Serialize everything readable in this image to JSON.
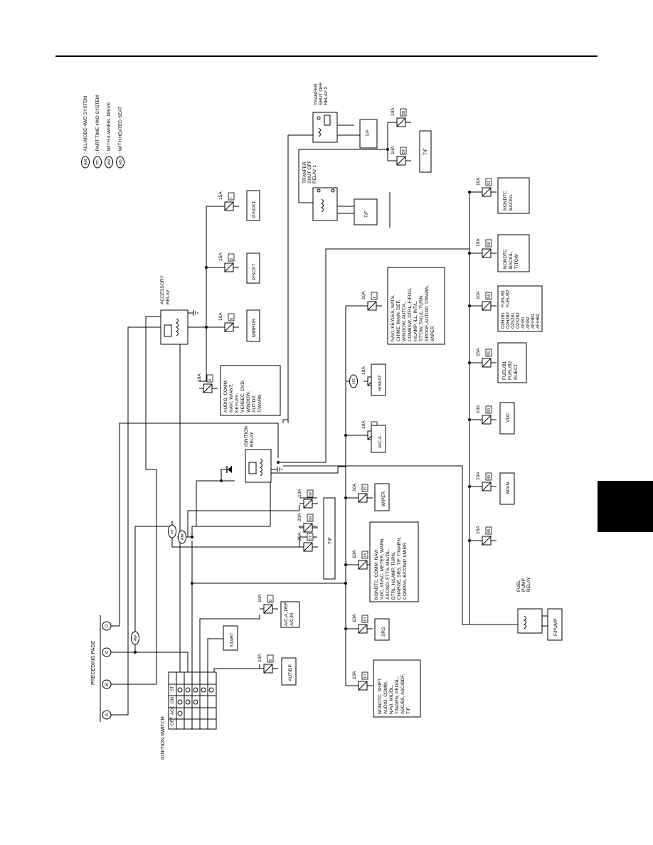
{
  "legend": [
    {
      "code": "AM",
      "text": ": ALL-MODE 4WD SYSTEM"
    },
    {
      "code": "PT",
      "text": ": PART TIME 4WD SYSTEM"
    },
    {
      "code": "4W",
      "text": ": WITH 4-WHEEL DRIVE"
    },
    {
      "code": "HS",
      "text": ": WITH HEATED SEAT"
    }
  ],
  "preceding_page": "PRECEDING PAGE",
  "connectors": [
    "A",
    "B",
    "C",
    "D"
  ],
  "ignition_switch": {
    "title": "IGNITION SWITCH",
    "positions": [
      "OFF",
      "ACC",
      "ON",
      "ST"
    ]
  },
  "relays": {
    "accessory": [
      "ACCESSORY",
      "RELAY"
    ],
    "ignition": [
      "IGNITION",
      "RELAY"
    ],
    "fuel_pump": [
      "FUEL",
      "PUMP",
      "RELAY"
    ],
    "transfer1": [
      "TRANFER",
      "SHUT OFF",
      "RELAY 1"
    ],
    "transfer2": [
      "TRANFER",
      "SHUT OFF",
      "RELAY 2"
    ]
  },
  "fuses": [
    {
      "amp": "10A",
      "num": "9"
    },
    {
      "amp": "10A",
      "num": "8"
    },
    {
      "amp": "10A",
      "num": "12"
    },
    {
      "amp": "10A",
      "num": "13"
    },
    {
      "amp": "10A",
      "num": "14"
    },
    {
      "amp": "10A",
      "num": "15"
    },
    {
      "amp": "20A",
      "num": "57"
    },
    {
      "amp": "20A",
      "num": "58"
    },
    {
      "amp": "10A",
      "num": "59"
    },
    {
      "amp": "10A",
      "num": "3"
    },
    {
      "amp": "10A",
      "num": "16"
    },
    {
      "amp": "10A",
      "num": "1"
    },
    {
      "amp": "10A",
      "num": "4"
    },
    {
      "amp": "10A",
      "num": "6"
    },
    {
      "amp": "15A",
      "num": "5"
    },
    {
      "amp": "15A",
      "num": "7"
    },
    {
      "amp": "15A",
      "num": "48"
    },
    {
      "amp": "10A",
      "num": "49"
    },
    {
      "amp": "10A",
      "num": "50"
    },
    {
      "amp": "15A",
      "num": "55"
    },
    {
      "amp": "10A",
      "num": "54"
    },
    {
      "amp": "10A",
      "num": "56"
    },
    {
      "amp": "10A",
      "num": "51"
    },
    {
      "amp": "10A",
      "num": "57"
    },
    {
      "amp": "10A",
      "num": "58"
    }
  ],
  "loads": {
    "autdp": [
      "AUT/DP"
    ],
    "acm": [
      "A/C,A, DEF,",
      "A/C,M"
    ],
    "start": [
      "START"
    ],
    "l12": [
      "NONDTC, SHIFT,",
      "AUDIO, COMM,",
      "NAVI, MIL/DL,",
      "T/WARN, PEDAL,",
      "ASC/BS, ASC/BDF,",
      "T/F"
    ],
    "srs": [
      "SRS"
    ],
    "l14": [
      "NONDTC, COMM, NAVI,",
      "VDC, AT/NC, METER, WARN,",
      "ASC/ND, FTTS, MIL/DL,",
      "DTRL, H/LAMP, TURN,",
      "CHARGE, SRS, T/F, T/WARN,",
      "COMPAS, B/COMP, I/MIRR"
    ],
    "wiper": [
      "WIPER"
    ],
    "tf_bar": [
      "T/F"
    ],
    "aca": [
      "A/C,A"
    ],
    "hseat": [
      "H/SEAT"
    ],
    "l1": [
      "NAVI, KEYLES, NATS,",
      "CHIME, MAIN, DEF,",
      "WINDOW, AUTO/L,",
      "COMBSW, DTRL, F/FOG,",
      "H/LAMP, ILL, INT/L,",
      "T/TOW, TAIL/L, TURN,",
      "SROOF, AUT/DP, T/WARN,",
      "WIPER"
    ],
    "l4": [
      "AUDIO, COMM,",
      "NAVI, W/ANT,",
      "KEYLES,",
      "VEHSEC, DVD,",
      "WINDOW,",
      "AUT/DP,",
      "T/WARN"
    ],
    "mirror": [
      "MIRROR"
    ],
    "psckt1": [
      "P/SCKT"
    ],
    "psckt2": [
      "P/SCKT"
    ],
    "tf1": [
      "T/F"
    ],
    "tf2": [
      "T/F"
    ],
    "tf3": [
      "T/F"
    ],
    "fpump": [
      "F/PUMP"
    ],
    "main": [
      "MAIN"
    ],
    "vdc": [
      "VDC"
    ],
    "inject": [
      "FUEL/B1",
      "FUEL/B2",
      "INJECT"
    ],
    "l54": [
      "O2H2B1",
      "O2H2B2",
      "O2S2B1",
      "O2S2B2",
      "AF/B1",
      "AF/B2",
      "AF/HB1",
      "AF/HB2",
      "FUEL/B1",
      "FUEL/B2"
    ],
    "backl_ttow": [
      "NONDTC",
      "BACK/L,",
      "T/TOW"
    ],
    "backl": [
      "NONDTC",
      "BACK/L"
    ]
  },
  "option_tags": {
    "hs": "HS",
    "am": "AM",
    "pt": "PT",
    "w4": "4W"
  }
}
